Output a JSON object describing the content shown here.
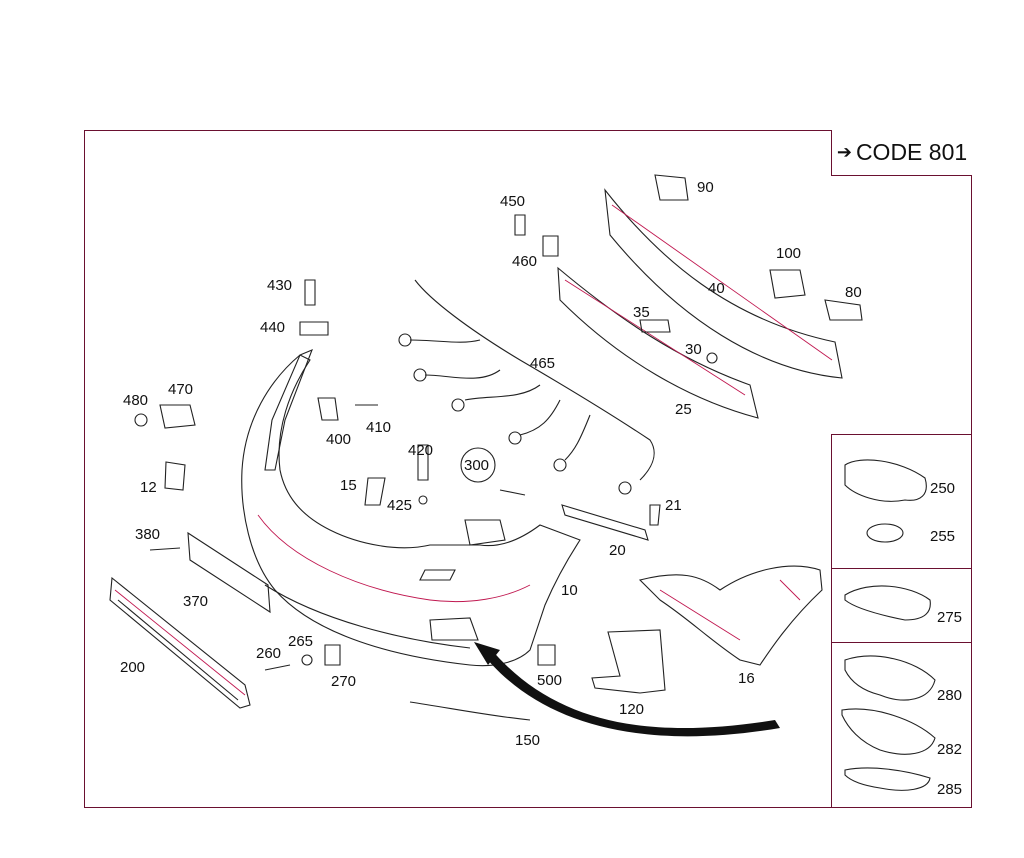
{
  "code_label": "CODE 801",
  "parts": [
    "90",
    "450",
    "460",
    "100",
    "40",
    "80",
    "430",
    "35",
    "440",
    "30",
    "465",
    "25",
    "480",
    "470",
    "400",
    "410",
    "420",
    "300",
    "12",
    "15",
    "425",
    "21",
    "380",
    "20",
    "10",
    "370",
    "265",
    "260",
    "270",
    "500",
    "200",
    "120",
    "16",
    "150",
    "250",
    "255",
    "275",
    "280",
    "282",
    "285"
  ]
}
